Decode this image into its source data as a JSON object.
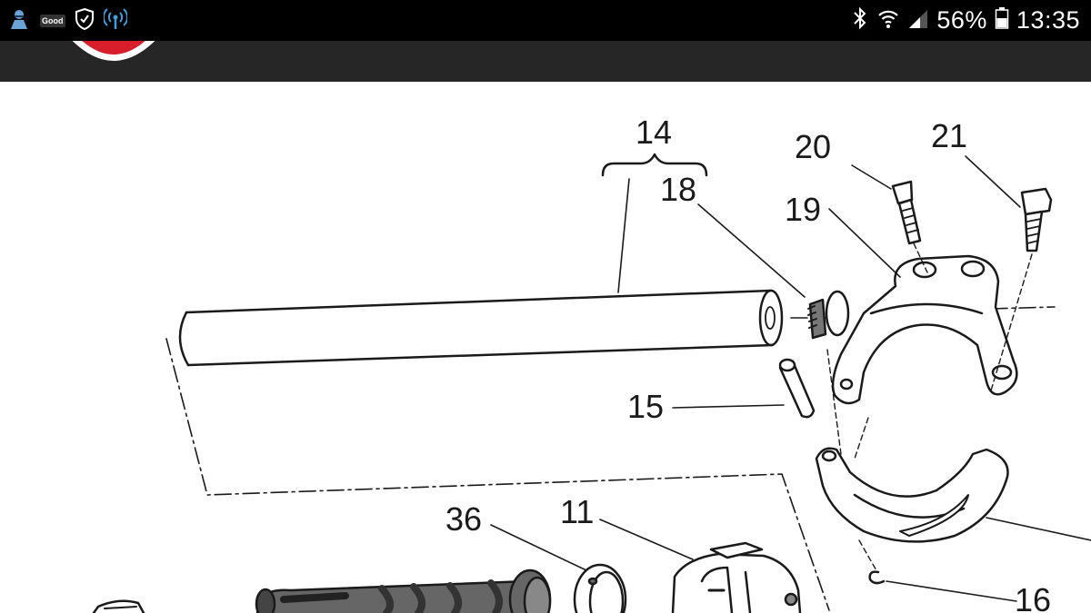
{
  "status_bar": {
    "notification_badge": "Good",
    "battery_percent": "56%",
    "time": "13:35"
  },
  "diagram": {
    "callouts": [
      "14",
      "18",
      "20",
      "21",
      "19",
      "15",
      "36",
      "11",
      "16"
    ]
  }
}
